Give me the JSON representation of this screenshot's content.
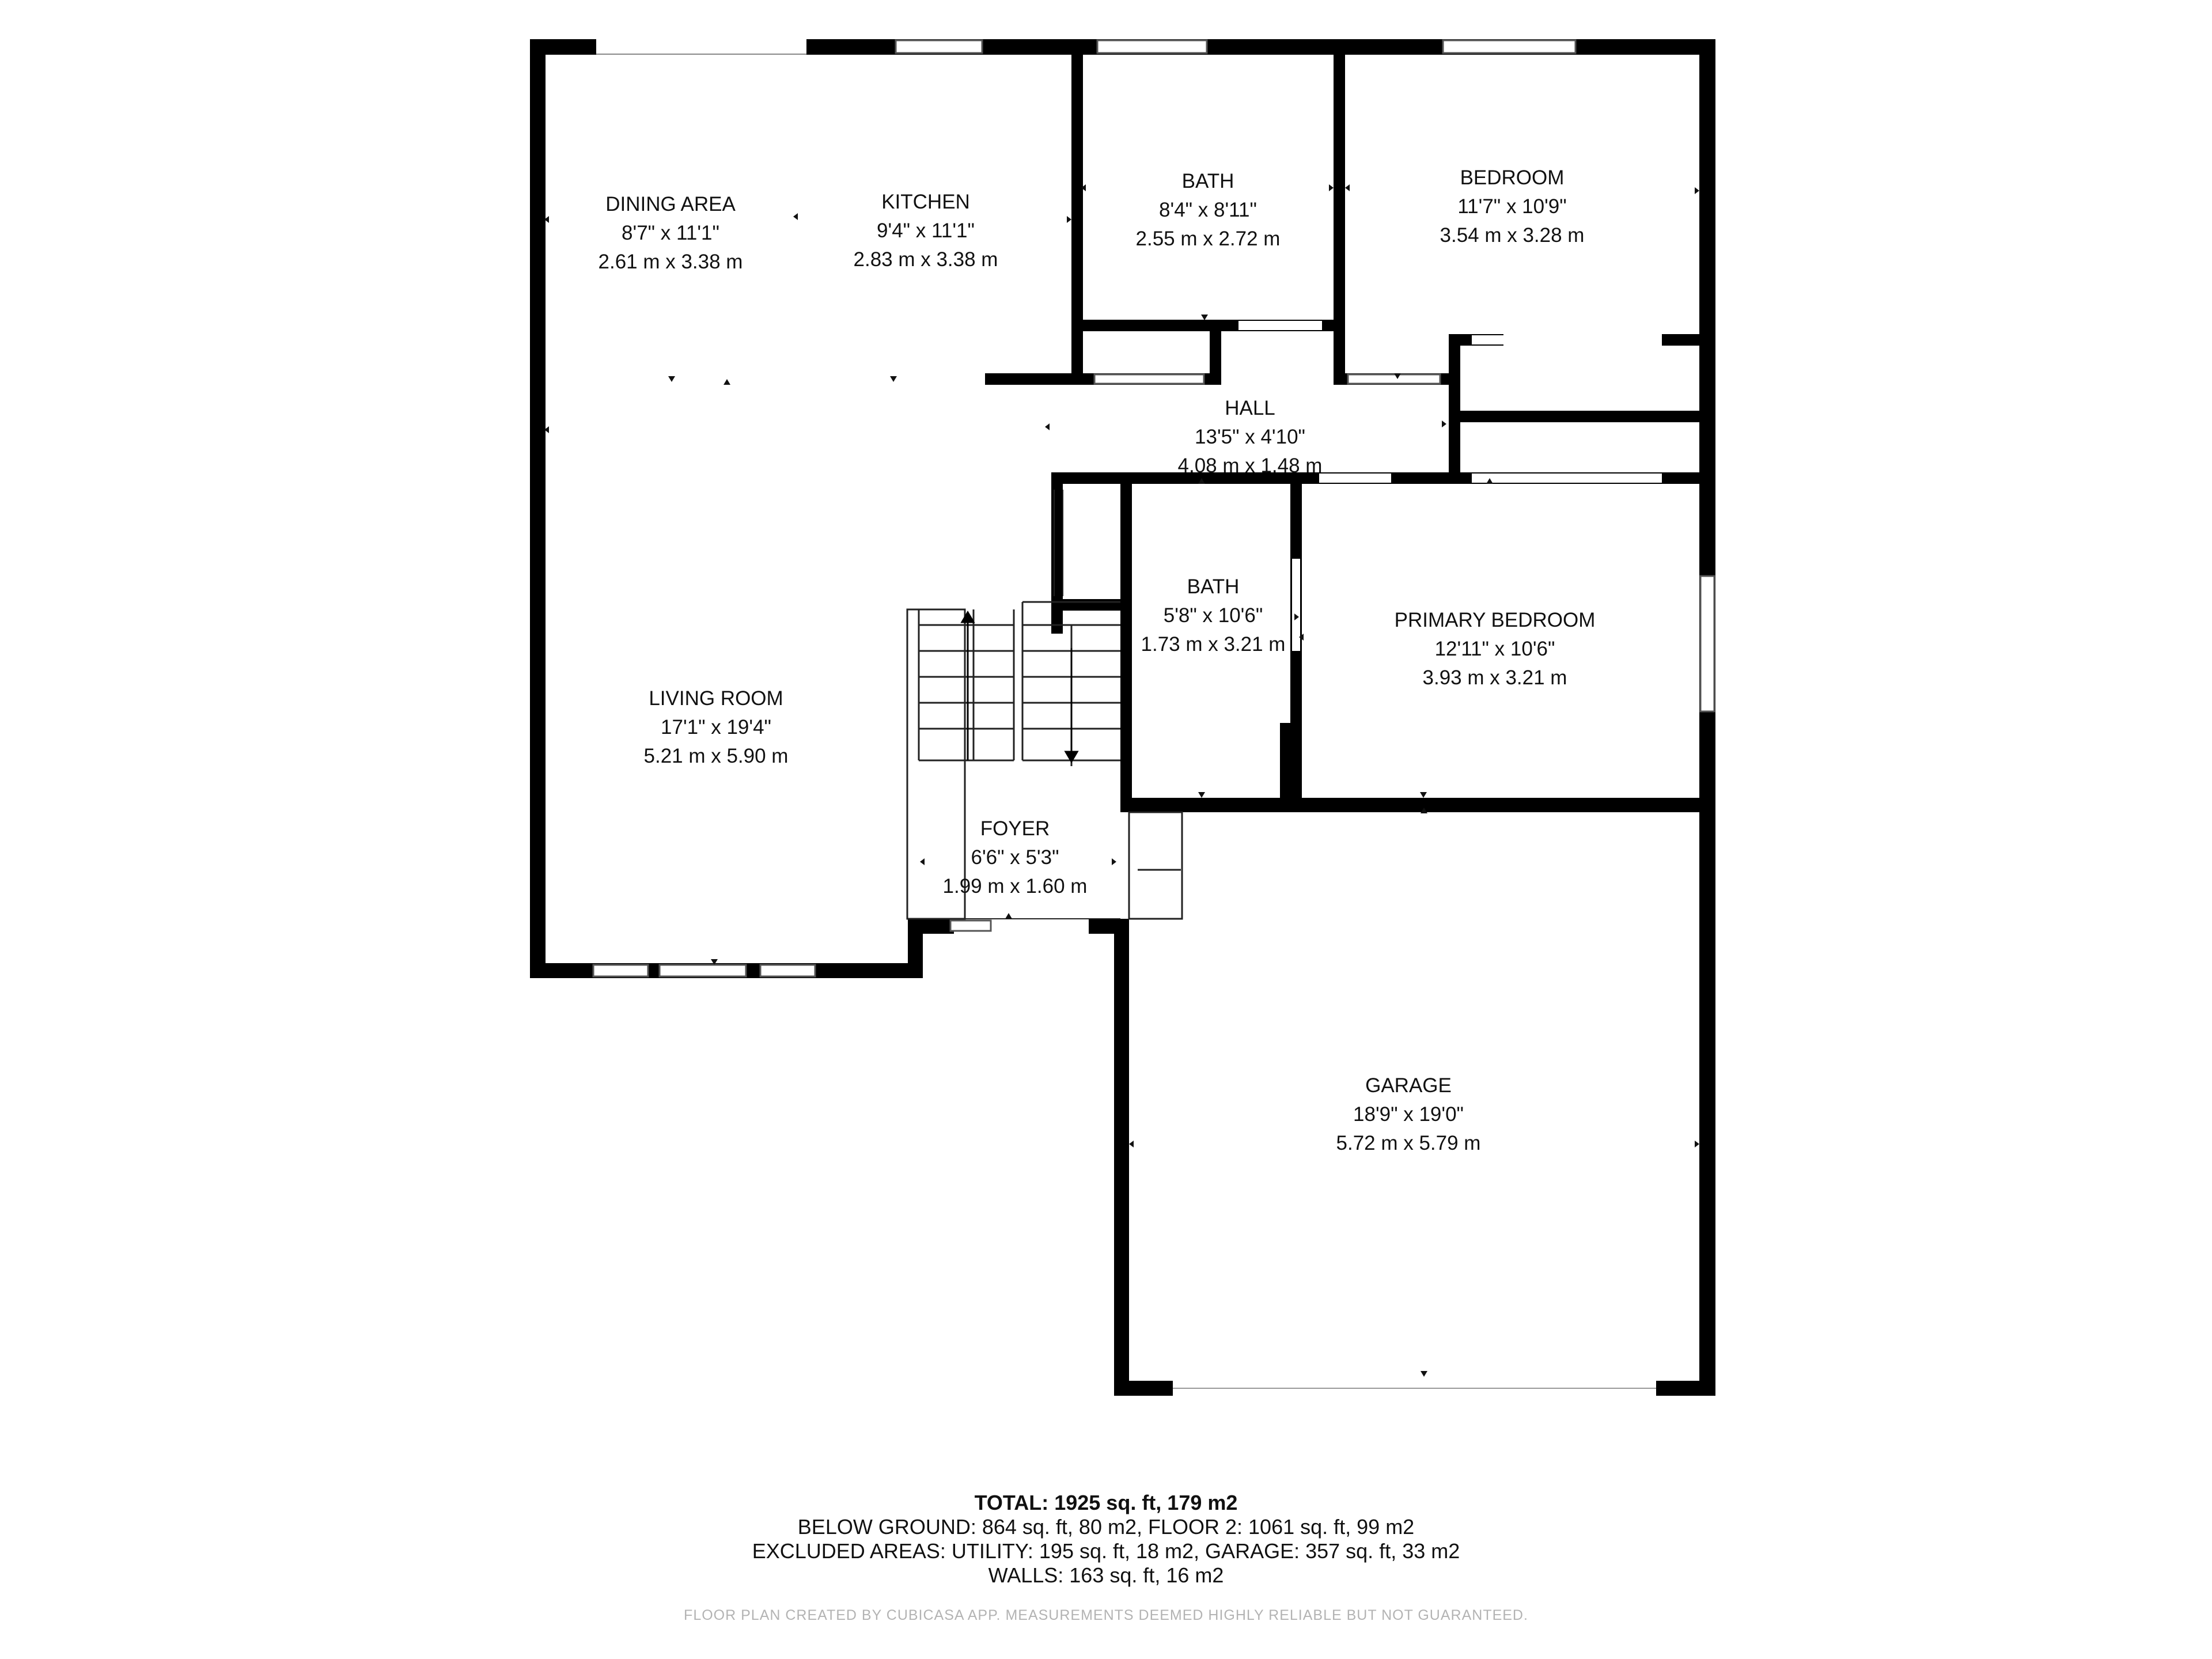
{
  "rooms": {
    "dining": {
      "name": "DINING AREA",
      "imperial": "8'7\" x 11'1\"",
      "metric": "2.61 m x 3.38 m"
    },
    "kitchen": {
      "name": "KITCHEN",
      "imperial": "9'4\" x 11'1\"",
      "metric": "2.83 m x 3.38 m"
    },
    "bath1": {
      "name": "BATH",
      "imperial": "8'4\" x 8'11\"",
      "metric": "2.55 m x 2.72 m"
    },
    "bedroom": {
      "name": "BEDROOM",
      "imperial": "11'7\" x 10'9\"",
      "metric": "3.54 m x 3.28 m"
    },
    "hall": {
      "name": "HALL",
      "imperial": "13'5\" x 4'10\"",
      "metric": "4.08 m x 1.48 m"
    },
    "bath2": {
      "name": "BATH",
      "imperial": "5'8\" x 10'6\"",
      "metric": "1.73 m x 3.21 m"
    },
    "primary": {
      "name": "PRIMARY BEDROOM",
      "imperial": "12'11\" x 10'6\"",
      "metric": "3.93 m x 3.21 m"
    },
    "living": {
      "name": "LIVING ROOM",
      "imperial": "17'1\" x 19'4\"",
      "metric": "5.21 m x 5.90 m"
    },
    "foyer": {
      "name": "FOYER",
      "imperial": "6'6\" x 5'3\"",
      "metric": "1.99 m x 1.60 m"
    },
    "garage": {
      "name": "GARAGE",
      "imperial": "18'9\" x 19'0\"",
      "metric": "5.72 m x 5.79 m"
    }
  },
  "summary": {
    "total": "TOTAL: 1925 sq. ft, 179 m2",
    "line1": "BELOW GROUND: 864 sq. ft, 80 m2, FLOOR 2: 1061 sq. ft, 99 m2",
    "line2": "EXCLUDED AREAS: UTILITY: 195 sq. ft, 18 m2, GARAGE: 357 sq. ft, 33 m2",
    "line3": "WALLS: 163 sq. ft, 16 m2"
  },
  "credit": "FLOOR PLAN CREATED BY CUBICASA APP. MEASUREMENTS DEEMED HIGHLY RELIABLE BUT NOT GUARANTEED."
}
